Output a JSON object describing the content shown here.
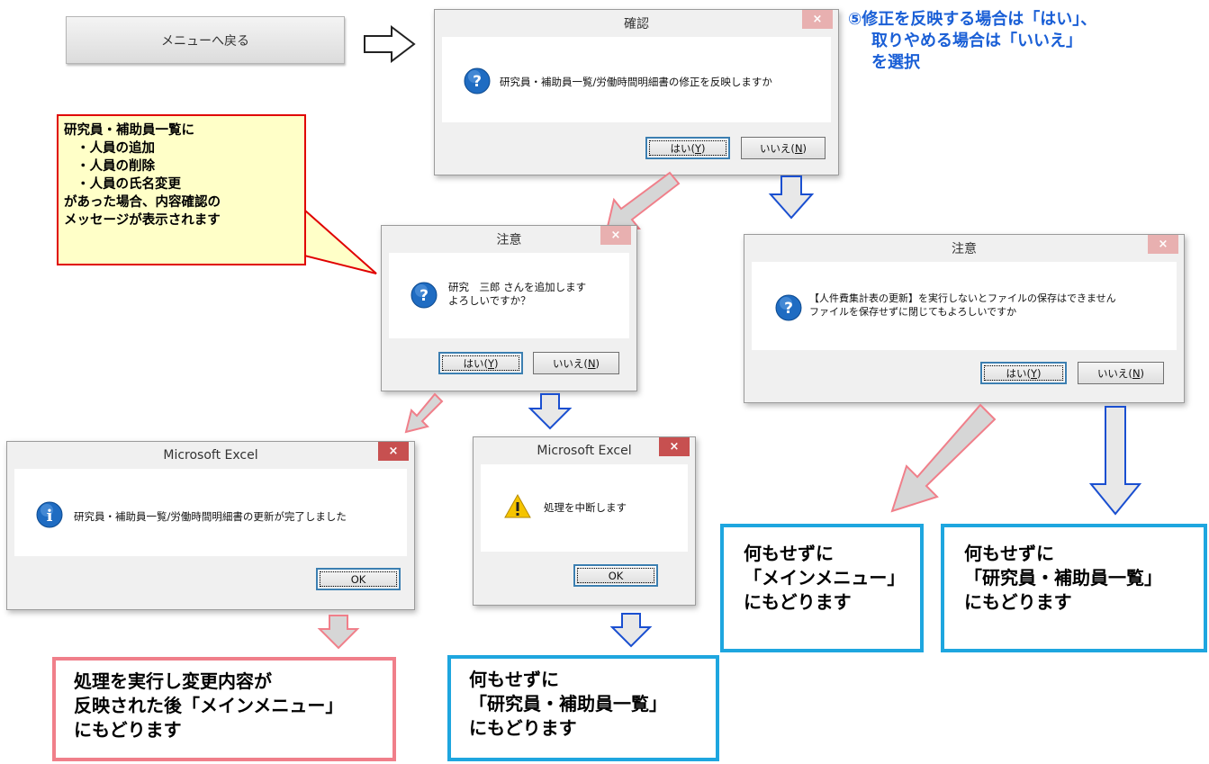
{
  "menu_button": {
    "label": "メニューへ戻る"
  },
  "instruction": {
    "lines": [
      "⑤修正を反映する場合は「はい」、",
      "取りやめる場合は「いいえ」",
      "を選択"
    ]
  },
  "callout": {
    "lines": [
      "研究員・補助員一覧に",
      "・人員の追加",
      "・人員の削除",
      "・人員の氏名変更",
      "があった場合、内容確認の",
      "メッセージが表示されます"
    ]
  },
  "confirm_dialog": {
    "title": "確認",
    "close": "×",
    "message": "研究員・補助員一覧/労働時間明細書の修正を反映しますか",
    "yes_text": "はい(",
    "yes_key": "Y",
    "no_text": "いいえ(",
    "no_key": "N",
    "paren": ")"
  },
  "add_dialog": {
    "title": "注意",
    "close": "×",
    "message_line1": "研究　三郎 さんを追加します",
    "message_line2": "よろしいですか？",
    "yes_text": "はい(",
    "yes_key": "Y",
    "no_text": "いいえ(",
    "no_key": "N",
    "paren": ")"
  },
  "save_dialog": {
    "title": "注意",
    "close": "×",
    "message_line1": "【人件費集計表の更新】を実行しないとファイルの保存はできません",
    "message_line2": "ファイルを保存せずに閉じてもよろしいですか",
    "yes_text": "はい(",
    "yes_key": "Y",
    "no_text": "いいえ(",
    "no_key": "N",
    "paren": ")"
  },
  "complete_dialog": {
    "title": "Microsoft Excel",
    "close": "×",
    "message": "研究員・補助員一覧/労働時間明細書の更新が完了しました",
    "ok": "OK"
  },
  "abort_dialog": {
    "title": "Microsoft Excel",
    "close": "×",
    "message": "処理を中断します",
    "ok": "OK"
  },
  "result_boxes": {
    "main_menu_right": [
      "何もせずに",
      "「メインメニュー」",
      "にもどります"
    ],
    "list_right": [
      "何もせずに",
      "「研究員・補助員一覧」",
      "にもどります"
    ],
    "applied": [
      "処理を実行し変更内容が",
      "反映された後「メインメニュー」",
      "にもどります"
    ],
    "list_bottom": [
      "何もせずに",
      "「研究員・補助員一覧」",
      "にもどります"
    ]
  },
  "colors": {
    "accent_blue": "#1a5fd6",
    "box_blue": "#1ea6df",
    "box_pink": "#f07f8a",
    "callout_bg": "#ffffc8",
    "callout_border": "#e00000",
    "close_red": "#c75050"
  },
  "icons": {
    "question": "question-icon",
    "info": "info-icon",
    "warning": "warning-icon"
  }
}
